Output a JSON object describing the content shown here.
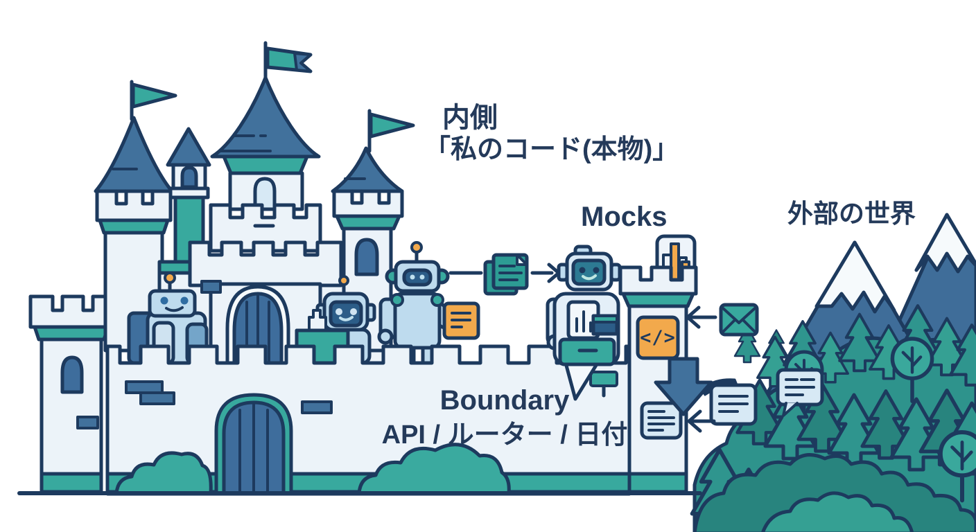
{
  "labels": {
    "inner_zone": {
      "line1": "内側",
      "line2": "「私のコード(本物)」"
    },
    "mocks": "Mocks",
    "outer_zone": "外部の世界",
    "boundary": {
      "line1": "Boundary",
      "line2": "API / ルーター / 日付"
    }
  },
  "icons": {
    "code_glyph": "</>",
    "tower_badge": "code-icon",
    "incoming_top": "envelope-icon",
    "incoming_bottom": "message-card-icon",
    "handoff": "document-stack-icon",
    "tower_top": "bar-chart-card-icon",
    "flow": "big-down-arrow-icon"
  },
  "colors": {
    "outline_navy": "#1d3a5e",
    "text_navy": "#243a5a",
    "roof_blue": "#41719c",
    "window_blue": "#3e6d9c",
    "teal": "#38a99e",
    "teal_dark": "#2f968d",
    "castle_fill": "#ecf3f9",
    "robot_blue": "#bedbee",
    "robot_face": "#2c5d88",
    "accent_orange": "#f2a94c",
    "card_blue": "#d7e9f5",
    "doc_teal": "#2d9c94",
    "mountain_blue": "#3f6d99",
    "forest_teal": "#2f958e",
    "forest_dark": "#28847e",
    "snow_white": "#f6fafc"
  }
}
